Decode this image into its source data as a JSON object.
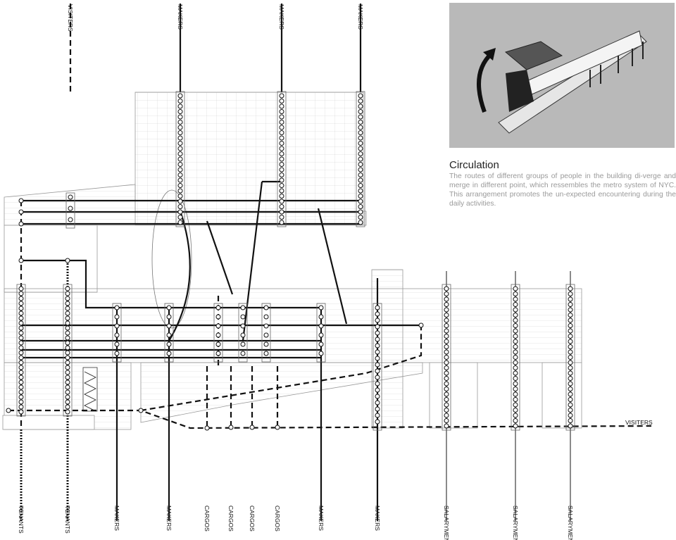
{
  "caption": {
    "title": "Circulation",
    "body": "The routes of different groups of people in the building di-verge and merge in different point, which ressembles the metro system of NYC. This arrangement promotes the un-expected encountering during the daily activities."
  },
  "top_labels": [
    "VISITERS",
    "MAKERS",
    "MAKERS",
    "MAKERS"
  ],
  "bottom_labels": [
    "TENANTS",
    "TENANTS",
    "MAKERS",
    "MAKERS",
    "CARGOS",
    "CARGOS",
    "CARGOS",
    "CARGOS",
    "MAKERS",
    "MAKERS",
    "SALARYMEN",
    "SALARYMEN",
    "SALARYMEN"
  ],
  "side_label": "VISITERS",
  "colors": {
    "line": "#111111",
    "grid": "#bdbdbd",
    "salarymen": "#8a8a8a",
    "inset_bg": "#b9b9b9"
  }
}
